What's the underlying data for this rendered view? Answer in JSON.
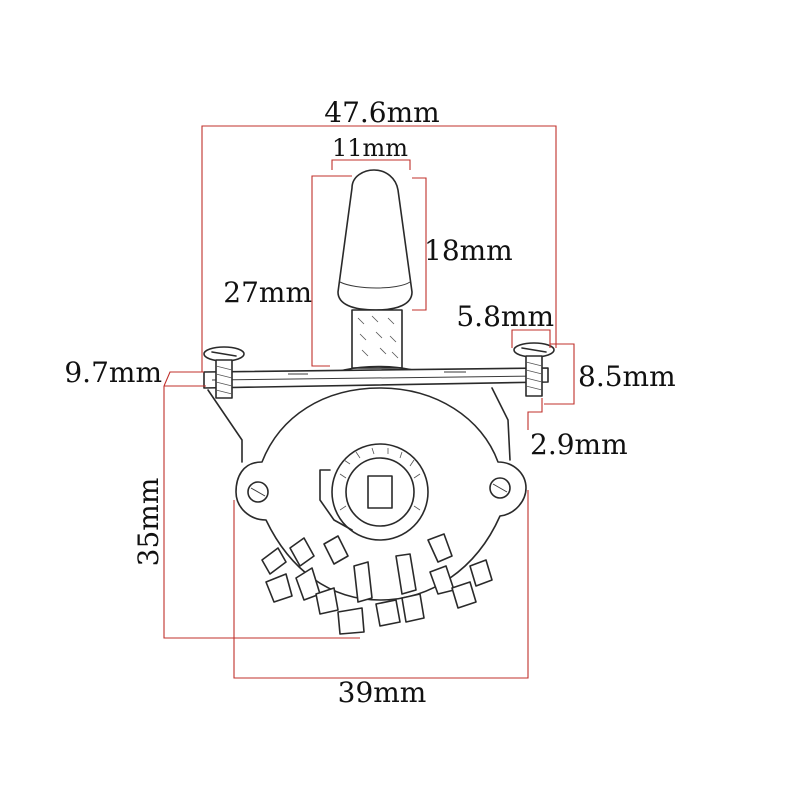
{
  "dimensions": {
    "overall_width": "47.6mm",
    "tip_width": "11mm",
    "tip_height": "18mm",
    "lever_height": "27mm",
    "screw_head": "5.8mm",
    "screw_height": "8.5mm",
    "screw_shank": "2.9mm",
    "plate_thickness": "9.7mm",
    "body_height": "35mm",
    "body_width": "39mm"
  }
}
